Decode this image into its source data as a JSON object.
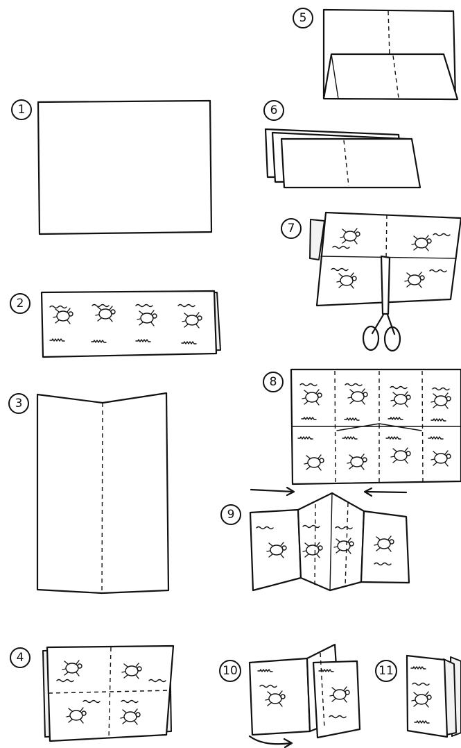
{
  "steps": [
    {
      "number": "1"
    },
    {
      "number": "2"
    },
    {
      "number": "3"
    },
    {
      "number": "4"
    },
    {
      "number": "5"
    },
    {
      "number": "6"
    },
    {
      "number": "7"
    },
    {
      "number": "8"
    },
    {
      "number": "9"
    },
    {
      "number": "10"
    },
    {
      "number": "11"
    }
  ],
  "illustrations": {
    "subject_icon": "turtle-icon",
    "tool_icon": "scissors-icon",
    "direction_icon": "arrow-icon"
  }
}
